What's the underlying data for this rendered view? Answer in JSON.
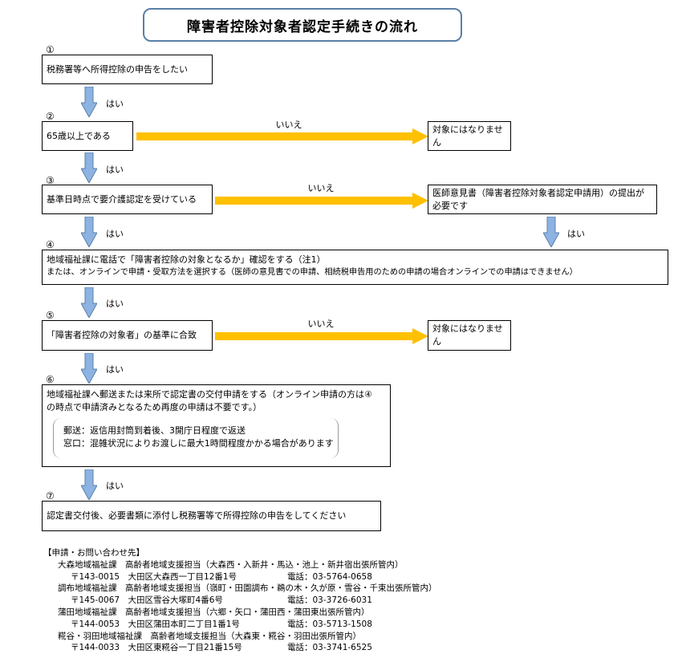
{
  "title": "障害者控除対象者認定手続きの流れ",
  "colors": {
    "down_arrow": "#8db3e2",
    "down_arrow_border": "#5b7fa7",
    "right_arrow": "#ffc000",
    "title_border": "#5b7fa7"
  },
  "steps": [
    {
      "num": "①",
      "text": "税務署等へ所得控除の申告をしたい"
    },
    {
      "num": "②",
      "text": "65歳以上である"
    },
    {
      "num": "③",
      "text": "基準日時点で要介護認定を受けている"
    },
    {
      "num": "④",
      "lines": [
        "地域福祉課に電話で「障害者控除の対象となるか」確認をする（注1）",
        "または、オンラインで申請・受取方法を選択する（医師の意見書での申請、相続税申告用のための申請の場合オンラインでの申請はできません）"
      ]
    },
    {
      "num": "⑤",
      "text": "「障害者控除の対象者」の基準に合致"
    },
    {
      "num": "⑥",
      "lines": [
        "地域福祉課へ郵送または来所で認定書の交付申請をする（オンライン申請の方は④",
        "の時点で申請済みとなるため再度の申請は不要です。）"
      ]
    },
    {
      "num": "⑦",
      "text": "認定書交付後、必要書類に添付し税務署等で所得控除の申告をしてください"
    }
  ],
  "note": [
    "郵送：返信用封筒到着後、3開庁日程度で返送",
    "窓口：混雑状況によりお渡しに最大1時間程度かかる場合があります"
  ],
  "yes_label": "はい",
  "no_label": "いいえ",
  "outcomes": {
    "not_eligible_1": "対象にはなりません",
    "doctor": [
      "医師意見書（障害者控除対象者認定申請用）の提出が",
      "必要です"
    ],
    "not_eligible_2": "対象にはなりません"
  },
  "contacts": {
    "heading": "【申請・お問い合わせ先】",
    "offices": [
      {
        "office": "大森地域福祉課　高齢者地域支援担当（大森西・入新井・馬込・池上・新井宿出張所管内）",
        "address": "〒143-0015　大田区大森西一丁目12番1号",
        "tel": "電話：03-5764-0658"
      },
      {
        "office": "調布地域福祉課　高齢者地域支援担当（嶺町・田園調布・鵜の木・久が原・雪谷・千束出張所管内）",
        "address": "〒145-0067　大田区雪谷大塚町4番6号",
        "tel": "電話：03-3726-6031"
      },
      {
        "office": "蒲田地域福祉課　高齢者地域支援担当（六郷・矢口・蒲田西・蒲田東出張所管内）",
        "address": "〒144-0053　大田区蒲田本町二丁目1番1号",
        "tel": "電話：03-5713-1508"
      },
      {
        "office": "糀谷・羽田地域福祉課　高齢者地域支援担当（大森東・糀谷・羽田出張所管内）",
        "address": "〒144-0033　大田区東糀谷一丁目21番15号",
        "tel": "電話：03-3741-6525"
      }
    ]
  }
}
